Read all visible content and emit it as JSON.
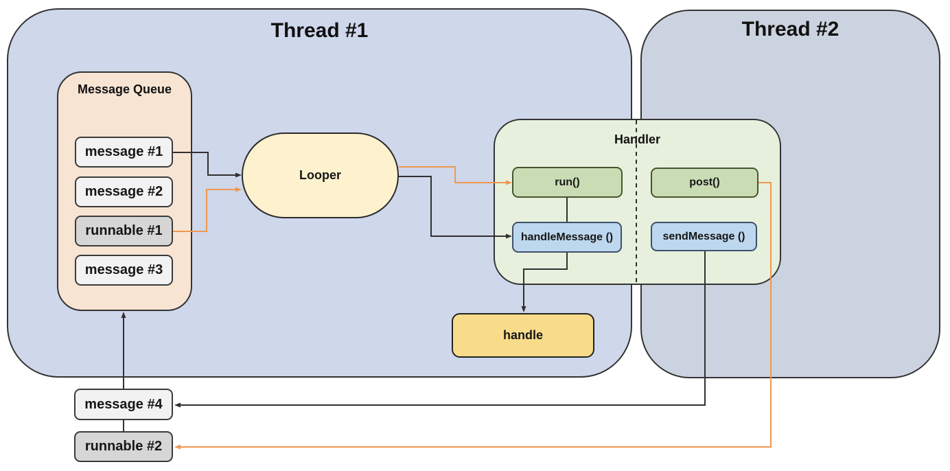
{
  "diagram": {
    "threads": {
      "thread1": {
        "label": "Thread #1"
      },
      "thread2": {
        "label": "Thread #2"
      }
    },
    "message_queue": {
      "label": "Message Queue",
      "items": [
        {
          "label": "message #1",
          "kind": "message"
        },
        {
          "label": "message #2",
          "kind": "message"
        },
        {
          "label": "runnable #1",
          "kind": "runnable"
        },
        {
          "label": "message #3",
          "kind": "message"
        }
      ]
    },
    "looper": {
      "label": "Looper"
    },
    "handler": {
      "label": "Handler",
      "thread1_methods": [
        {
          "label": "run()"
        },
        {
          "label": "handleMessage ()"
        }
      ],
      "thread2_methods": [
        {
          "label": "post()"
        },
        {
          "label": "sendMessage ()"
        }
      ]
    },
    "handle": {
      "label": "handle"
    },
    "pending_items": [
      {
        "label": "message #4",
        "kind": "message"
      },
      {
        "label": "runnable #2",
        "kind": "runnable"
      }
    ],
    "edges": [
      {
        "from": "message #1",
        "to": "Looper",
        "color": "black",
        "style": "arrow"
      },
      {
        "from": "runnable #1",
        "to": "Looper",
        "color": "orange",
        "style": "arrow"
      },
      {
        "from": "Looper",
        "to": "run()",
        "color": "orange",
        "style": "arrow"
      },
      {
        "from": "Looper",
        "to": "handleMessage ()",
        "color": "black",
        "style": "arrow"
      },
      {
        "from": "run()",
        "to": "handleMessage ()",
        "color": "black",
        "style": "plain"
      },
      {
        "from": "handleMessage ()",
        "to": "handle",
        "color": "black",
        "style": "arrow"
      },
      {
        "from": "sendMessage ()",
        "to": "message #4",
        "color": "black",
        "style": "arrow"
      },
      {
        "from": "post()",
        "to": "runnable #2",
        "color": "orange",
        "style": "arrow"
      },
      {
        "from": "message #4",
        "to": "Message Queue",
        "color": "black",
        "style": "arrow"
      },
      {
        "from": "message #4",
        "to": "runnable #2",
        "color": "black",
        "style": "plain"
      }
    ],
    "colors": {
      "thread1_fill": "#cfd7eb",
      "thread2_fill": "#ccd3e0",
      "queue_fill": "#f8e4d3",
      "message_fill": "#f2f2f2",
      "runnable_fill": "#d6d6d6",
      "looper_fill": "#fdf2cd",
      "handler_fill": "#e7f0dd",
      "method_green_fill": "#cadcb4",
      "method_blue_fill": "#bdd7ee",
      "handle_fill": "#f8dc8b",
      "arrow_black": "#303030",
      "arrow_orange": "#ed9850"
    }
  }
}
